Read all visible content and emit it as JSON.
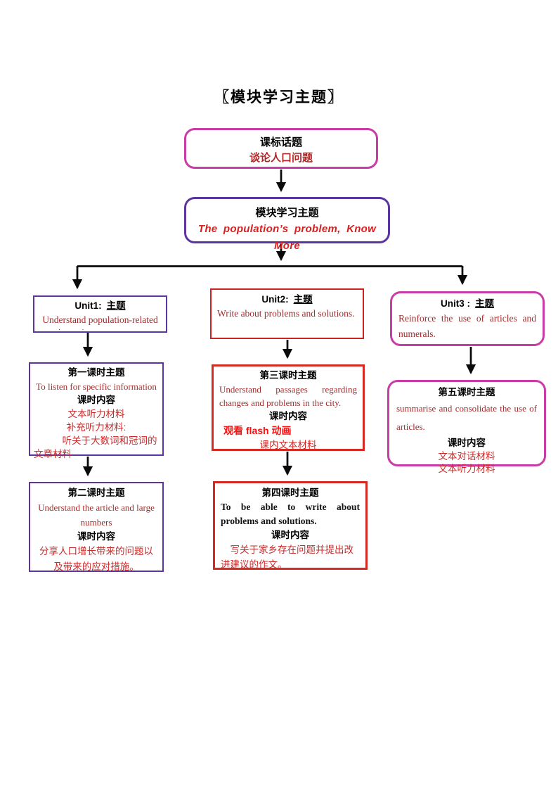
{
  "title": "〖模块学习主题〗",
  "colors": {
    "magenta_border": "#c93ba6",
    "purple_border": "#5c35a0",
    "red_border": "#cc2222",
    "english_red_text": "#a32c2c",
    "chinese_red_text": "#cb2a2a",
    "bright_red_text": "#fb0f0f",
    "module_italic_red": "#da1f1f",
    "topic_dark_red": "#b32626",
    "black": "#000000"
  },
  "flow": {
    "topic_box": {
      "heading": "课标话题",
      "body": "谈论人口问题"
    },
    "module_box": {
      "heading": "模块学习主题",
      "body": "The population’s problem, Know More"
    },
    "units": [
      {
        "label": "Unit1:",
        "topic": "主题",
        "body": "Understand population-related",
        "clipped": "· ·"
      },
      {
        "label": "Unit2:",
        "topic": "主题",
        "body": "Write about problems and solutions."
      },
      {
        "label": "Unit3 :",
        "topic": "主题",
        "body": "Reinforce the use of articles and numerals."
      }
    ],
    "lessons": {
      "l1": {
        "heading": "第一课时主题",
        "subject": "To listen for specific information",
        "content_heading": "课时内容",
        "item1": "文本听力材料",
        "item2": "补充听力材料:",
        "item3": "听关于大数词和冠词的文章材料"
      },
      "l2": {
        "heading": "第二课时主题",
        "subject": "Understand the article and large numbers",
        "content_heading": "课时内容",
        "body": "分享人口增长带来的问题以及带来的应对措施。"
      },
      "l3": {
        "heading": "第三课时主题",
        "subject": "Understand passages regarding changes and problems in the city.",
        "content_heading": "课时内容",
        "flash_item": "观看 flash 动画",
        "text_item": "课内文本材料"
      },
      "l4": {
        "heading": "第四课时主题",
        "subject": "To be able to write about problems and solutions.",
        "content_heading": "课时内容",
        "body": "写关于家乡存在问题并提出改进建议的作文。"
      },
      "l5": {
        "heading": "第五课时主题",
        "subject": "summarise  and  consolidate  the  use  of articles.",
        "content_heading": "课时内容",
        "item1": "文本对话材料",
        "item2": "文本听力材料"
      }
    }
  }
}
